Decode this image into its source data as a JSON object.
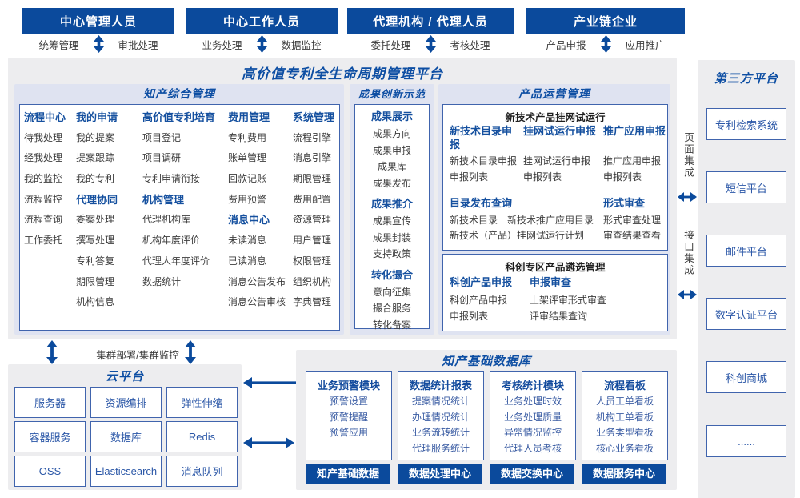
{
  "colors": {
    "accent_blue": "#0b4a9c",
    "section_header_blue": "#0d4ea3",
    "menu_header_blue": "#15509f",
    "item_gray": "#3d3d3d",
    "item_blue": "#3a5ca3",
    "panel_gray": "#ededef",
    "section_lavender": "#dfe3f1",
    "border_blue": "#4064ad"
  },
  "top_roles": [
    {
      "title": "中心管理人员",
      "left": "统筹管理",
      "right": "审批处理"
    },
    {
      "title": "中心工作人员",
      "left": "业务处理",
      "right": "数据监控"
    },
    {
      "title": "代理机构 / 代理人员",
      "left": "委托处理",
      "right": "考核处理"
    },
    {
      "title": "产业链企业",
      "left": "产品申报",
      "right": "应用推广"
    }
  ],
  "platform_title": "高价值专利全生命周期管理平台",
  "ip": {
    "title": "知产综合管理",
    "columns": [
      {
        "groups": [
          {
            "title": "流程中心",
            "items": [
              "待我处理",
              "经我处理",
              "我的监控",
              "流程监控",
              "流程查询",
              "工作委托"
            ]
          }
        ]
      },
      {
        "groups": [
          {
            "title": "我的申请",
            "items": [
              "我的提案",
              "提案跟踪",
              "我的专利"
            ]
          },
          {
            "title": "代理协同",
            "items": [
              "委案处理",
              "撰写处理",
              "专利答复",
              "期限管理",
              "机构信息"
            ]
          }
        ]
      },
      {
        "groups": [
          {
            "title": "高价值专利培育",
            "items": [
              "项目登记",
              "项目调研",
              "专利申请衔接"
            ]
          },
          {
            "title": "机构管理",
            "items": [
              "代理机构库",
              "机构年度评价",
              "代理人年度评价",
              "数据统计"
            ]
          }
        ]
      },
      {
        "groups": [
          {
            "title": "费用管理",
            "items": [
              "专利费用",
              "账单管理",
              "回款记账",
              "费用预警"
            ]
          },
          {
            "title": "消息中心",
            "items": [
              "未读消息",
              "已读消息",
              "消息公告发布",
              "消息公告审核"
            ]
          }
        ]
      },
      {
        "groups": [
          {
            "title": "系统管理",
            "items": [
              "流程引擎",
              "消息引擎",
              "期限管理",
              "费用配置",
              "资源管理",
              "用户管理",
              "权限管理",
              "组织机构",
              "字典管理"
            ]
          }
        ]
      }
    ]
  },
  "innovation": {
    "title": "成果创新示范",
    "groups": [
      {
        "title": "成果展示",
        "items": [
          "成果方向",
          "成果申报",
          "成果库",
          "成果发布"
        ]
      },
      {
        "title": "成果推介",
        "items": [
          "成果宣传",
          "成果封装",
          "支持政策"
        ]
      },
      {
        "title": "转化撮合",
        "items": [
          "意向征集",
          "撮合服务",
          "转化备案"
        ]
      }
    ]
  },
  "product": {
    "title": "产品运营管理",
    "trial": {
      "title": "新技术产品挂网试运行",
      "columns": [
        {
          "title": "新技术目录申报",
          "items": [
            "新技术目录申报",
            "申报列表"
          ]
        },
        {
          "title": "挂网试运行申报",
          "items": [
            "挂网试运行申报",
            "申报列表"
          ]
        },
        {
          "title": "推广应用申报",
          "items": [
            "推广应用申报",
            "申报列表"
          ]
        }
      ],
      "catalog": {
        "title": "目录发布查询",
        "row1": [
          "新技术目录",
          "新技术推广应用目录"
        ],
        "row2": "新技术（产品）挂网试运行计划"
      },
      "review": {
        "title": "形式审查",
        "items": [
          "形式审查处理",
          "审查结果查看"
        ]
      }
    },
    "selection": {
      "title": "科创专区产品遴选管理",
      "columns": [
        {
          "title": "科创产品申报",
          "items": [
            "科创产品申报",
            "申报列表"
          ]
        },
        {
          "title": "申报审查",
          "items": [
            "上架评审形式审查",
            "评审结果查询"
          ]
        }
      ]
    }
  },
  "integration": {
    "page_label": "页面集成",
    "api_label": "接口集成"
  },
  "third_party": {
    "title": "第三方平台",
    "items": [
      "专利检索系统",
      "短信平台",
      "邮件平台",
      "数字认证平台",
      "科创商城",
      "......"
    ]
  },
  "cluster_label": "集群部署/集群监控",
  "cloud": {
    "title": "云平台",
    "items": [
      "服务器",
      "资源编排",
      "弹性伸缩",
      "容器服务",
      "数据库",
      "Redis",
      "OSS",
      "Elasticsearch",
      "消息队列"
    ]
  },
  "db": {
    "title": "知产基础数据库",
    "modules": [
      {
        "title": "业务预警模块",
        "items": [
          "预警设置",
          "预警提醒",
          "预警应用"
        ]
      },
      {
        "title": "数据统计报表",
        "items": [
          "提案情况统计",
          "办理情况统计",
          "业务流转统计",
          "代理服务统计"
        ]
      },
      {
        "title": "考核统计模块",
        "items": [
          "业务处理时效",
          "业务处理质量",
          "异常情况监控",
          "代理人员考核"
        ]
      },
      {
        "title": "流程看板",
        "items": [
          "人员工单看板",
          "机构工单看板",
          "业务类型看板",
          "核心业务看板"
        ]
      }
    ],
    "bases": [
      "知产基础数据",
      "数据处理中心",
      "数据交换中心",
      "数据服务中心"
    ]
  }
}
